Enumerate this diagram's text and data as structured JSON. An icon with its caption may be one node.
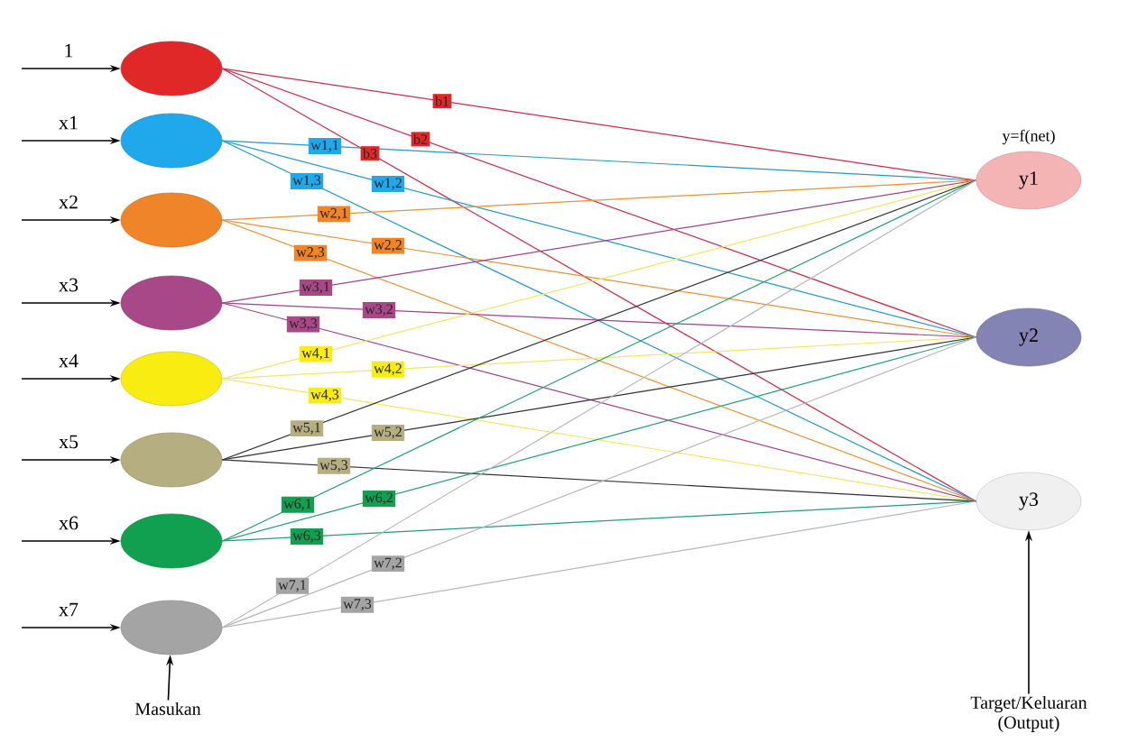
{
  "diagram": {
    "nodes": [
      {
        "text": [],
        "shape": "ellipse"
      },
      {
        "text": [],
        "shape": "ellipse"
      },
      {
        "text": [],
        "shape": "ellipse"
      },
      {
        "text": [],
        "shape": "ellipse"
      },
      {
        "text": [],
        "shape": "ellipse"
      },
      {
        "text": [],
        "shape": "ellipse"
      },
      {
        "text": [],
        "shape": "ellipse"
      },
      {
        "text": [],
        "shape": "ellipse"
      },
      {
        "text": [
          "y1"
        ],
        "beside": [
          "y=f(net)"
        ]
      },
      {
        "text": [
          "y2"
        ]
      },
      {
        "text": [
          "y3"
        ]
      },
      {
        "text": [
          "Masukan"
        ]
      },
      {
        "text": [
          "Target/Keluaran (Output)"
        ]
      }
    ],
    "edges": [
      {
        "from": null,
        "to": 0,
        "arrow": "to",
        "label": "1"
      },
      {
        "from": null,
        "to": 1,
        "arrow": "to",
        "label": "x1"
      },
      {
        "from": null,
        "to": 2,
        "arrow": "to",
        "label": "x2"
      },
      {
        "from": null,
        "to": 3,
        "arrow": "to",
        "label": "x3"
      },
      {
        "from": null,
        "to": 4,
        "arrow": "to",
        "label": "x4"
      },
      {
        "from": null,
        "to": 5,
        "arrow": "to",
        "label": "x5"
      },
      {
        "from": null,
        "to": 6,
        "arrow": "to",
        "label": "x6"
      },
      {
        "from": null,
        "to": 7,
        "arrow": "to",
        "label": "x7"
      },
      {
        "from": 0,
        "to": 8,
        "arrow": "none",
        "label": "b1",
        "color": "#d02848"
      },
      {
        "from": 0,
        "to": 9,
        "arrow": "none",
        "label": "b2",
        "color": "#d02848"
      },
      {
        "from": 0,
        "to": 10,
        "arrow": "none",
        "label": "b3",
        "color": "#d02848"
      },
      {
        "from": 1,
        "to": 8,
        "arrow": "none",
        "label": "w1,1",
        "color": "#2098d0"
      },
      {
        "from": 1,
        "to": 9,
        "arrow": "none",
        "label": "w1,2",
        "color": "#2098d0"
      },
      {
        "from": 1,
        "to": 10,
        "arrow": "none",
        "label": "w1,3",
        "color": "#2098d0"
      },
      {
        "from": 2,
        "to": 8,
        "arrow": "none",
        "label": "w2,1",
        "color": "#f09030"
      },
      {
        "from": 2,
        "to": 9,
        "arrow": "none",
        "label": "w2,2",
        "color": "#f09030"
      },
      {
        "from": 2,
        "to": 10,
        "arrow": "none",
        "label": "w2,3",
        "color": "#f09030"
      },
      {
        "from": 3,
        "to": 8,
        "arrow": "none",
        "label": "w3,1",
        "color": "#a04090"
      },
      {
        "from": 3,
        "to": 9,
        "arrow": "none",
        "label": "w3,2",
        "color": "#a04090"
      },
      {
        "from": 3,
        "to": 10,
        "arrow": "none",
        "label": "w3,3",
        "color": "#a04090"
      },
      {
        "from": 4,
        "to": 8,
        "arrow": "none",
        "label": "w4,1",
        "color": "#f0e860"
      },
      {
        "from": 4,
        "to": 9,
        "arrow": "none",
        "label": "w4,2",
        "color": "#f0e860"
      },
      {
        "from": 4,
        "to": 10,
        "arrow": "none",
        "label": "w4,3",
        "color": "#f0e860"
      },
      {
        "from": 5,
        "to": 8,
        "arrow": "none",
        "label": "w5,1",
        "color": "#303030"
      },
      {
        "from": 5,
        "to": 9,
        "arrow": "none",
        "label": "w5,2",
        "color": "#303030"
      },
      {
        "from": 5,
        "to": 10,
        "arrow": "none",
        "label": "w5,3",
        "color": "#303030"
      },
      {
        "from": 6,
        "to": 8,
        "arrow": "none",
        "label": "w6,1",
        "color": "#20a070"
      },
      {
        "from": 6,
        "to": 9,
        "arrow": "none",
        "label": "w6,2",
        "color": "#20a070"
      },
      {
        "from": 6,
        "to": 10,
        "arrow": "none",
        "label": "w6,3",
        "color": "#20a070"
      },
      {
        "from": 7,
        "to": 8,
        "arrow": "none",
        "label": "w7,1",
        "color": "#b8b8b8"
      },
      {
        "from": 7,
        "to": 9,
        "arrow": "none",
        "label": "w7,2",
        "color": "#b8b8b8"
      },
      {
        "from": 7,
        "to": 10,
        "arrow": "none",
        "label": "w7,3",
        "color": "#b8b8b8"
      },
      {
        "from": 11,
        "to": 7,
        "arrow": "to"
      },
      {
        "from": 12,
        "to": 10,
        "arrow": "to"
      }
    ]
  }
}
